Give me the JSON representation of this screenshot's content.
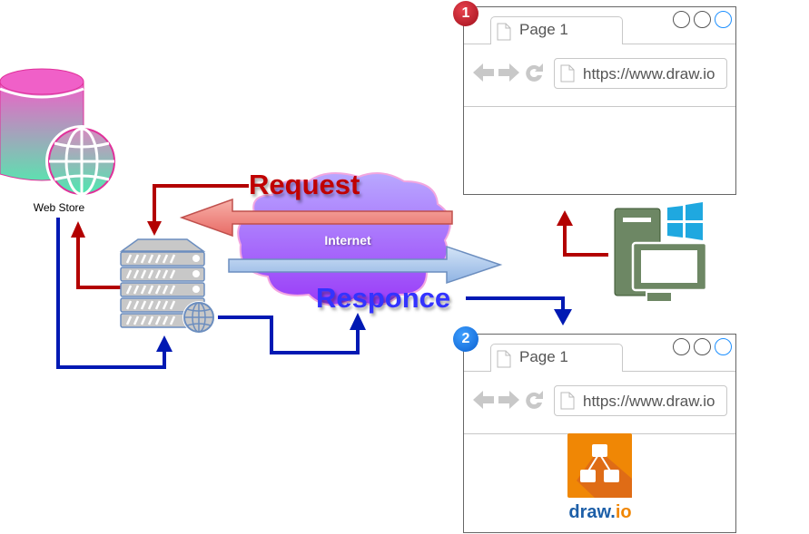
{
  "diagram": {
    "nodes": {
      "web_store": {
        "label": "Web Store",
        "icon": "database-globe-icon"
      },
      "server": {
        "icon": "server-globe-icon"
      },
      "internet": {
        "label": "Internet",
        "icon": "cloud-icon"
      },
      "client_pc": {
        "icon": "windows-pc-icon"
      }
    },
    "edges": {
      "request": {
        "label": "Request",
        "color": "#c00000",
        "arrow_color": "#f08080"
      },
      "response": {
        "label": "Responce",
        "color": "#3333ff",
        "arrow_color": "#a9c4eb"
      }
    },
    "connector_colors": {
      "request": "#b30000",
      "response": "#0019b3"
    }
  },
  "browsers": [
    {
      "badge": "1",
      "badge_color": "red",
      "tab_title": "Page 1",
      "url": "https://www.draw.io",
      "content": ""
    },
    {
      "badge": "2",
      "badge_color": "blue",
      "tab_title": "Page 1",
      "url": "https://www.draw.io",
      "content": {
        "logo_text_main": "draw.",
        "logo_text_accent": "io"
      }
    }
  ]
}
